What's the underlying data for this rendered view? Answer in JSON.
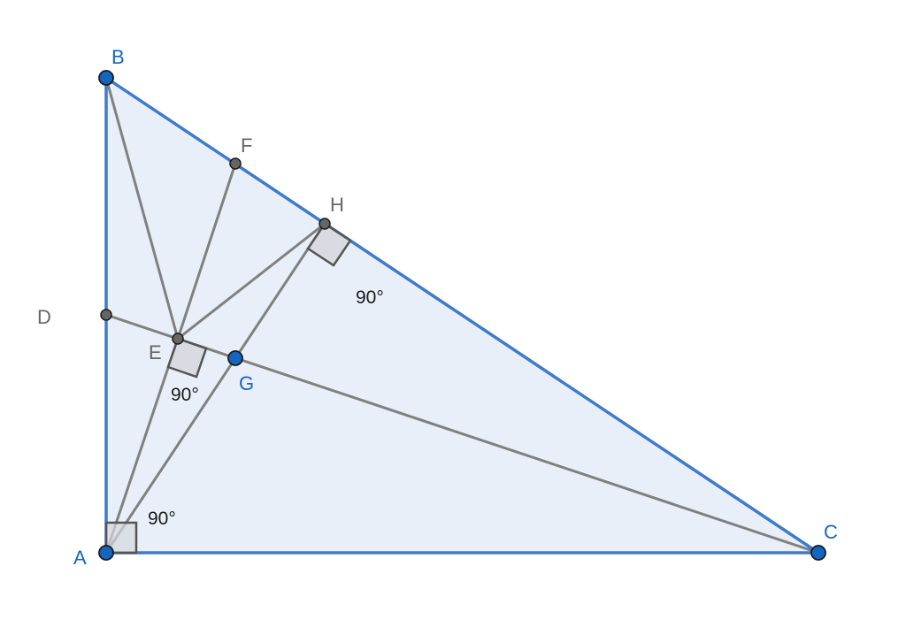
{
  "colors": {
    "triangle_fill": "#e8eff9",
    "triangle_stroke": "#3d7cc9",
    "segment": "#808080",
    "free_point": "#1565c0",
    "dependent_point": "#666666",
    "point_outline": "#1a1a1a",
    "angle_fill": "#d5d8de",
    "angle_stroke": "#555555",
    "free_label": "#1565c0",
    "dependent_label": "#666666"
  },
  "points": {
    "A": {
      "label": "A",
      "kind": "free"
    },
    "B": {
      "label": "B",
      "kind": "free"
    },
    "C": {
      "label": "C",
      "kind": "free"
    },
    "D": {
      "label": "D",
      "kind": "dependent"
    },
    "E": {
      "label": "E",
      "kind": "dependent"
    },
    "F": {
      "label": "F",
      "kind": "dependent"
    },
    "G": {
      "label": "G",
      "kind": "free"
    },
    "H": {
      "label": "H",
      "kind": "dependent"
    }
  },
  "angles": {
    "at_A": {
      "label": "90°"
    },
    "at_H": {
      "label": "90°"
    },
    "at_E": {
      "label": "90°"
    }
  }
}
